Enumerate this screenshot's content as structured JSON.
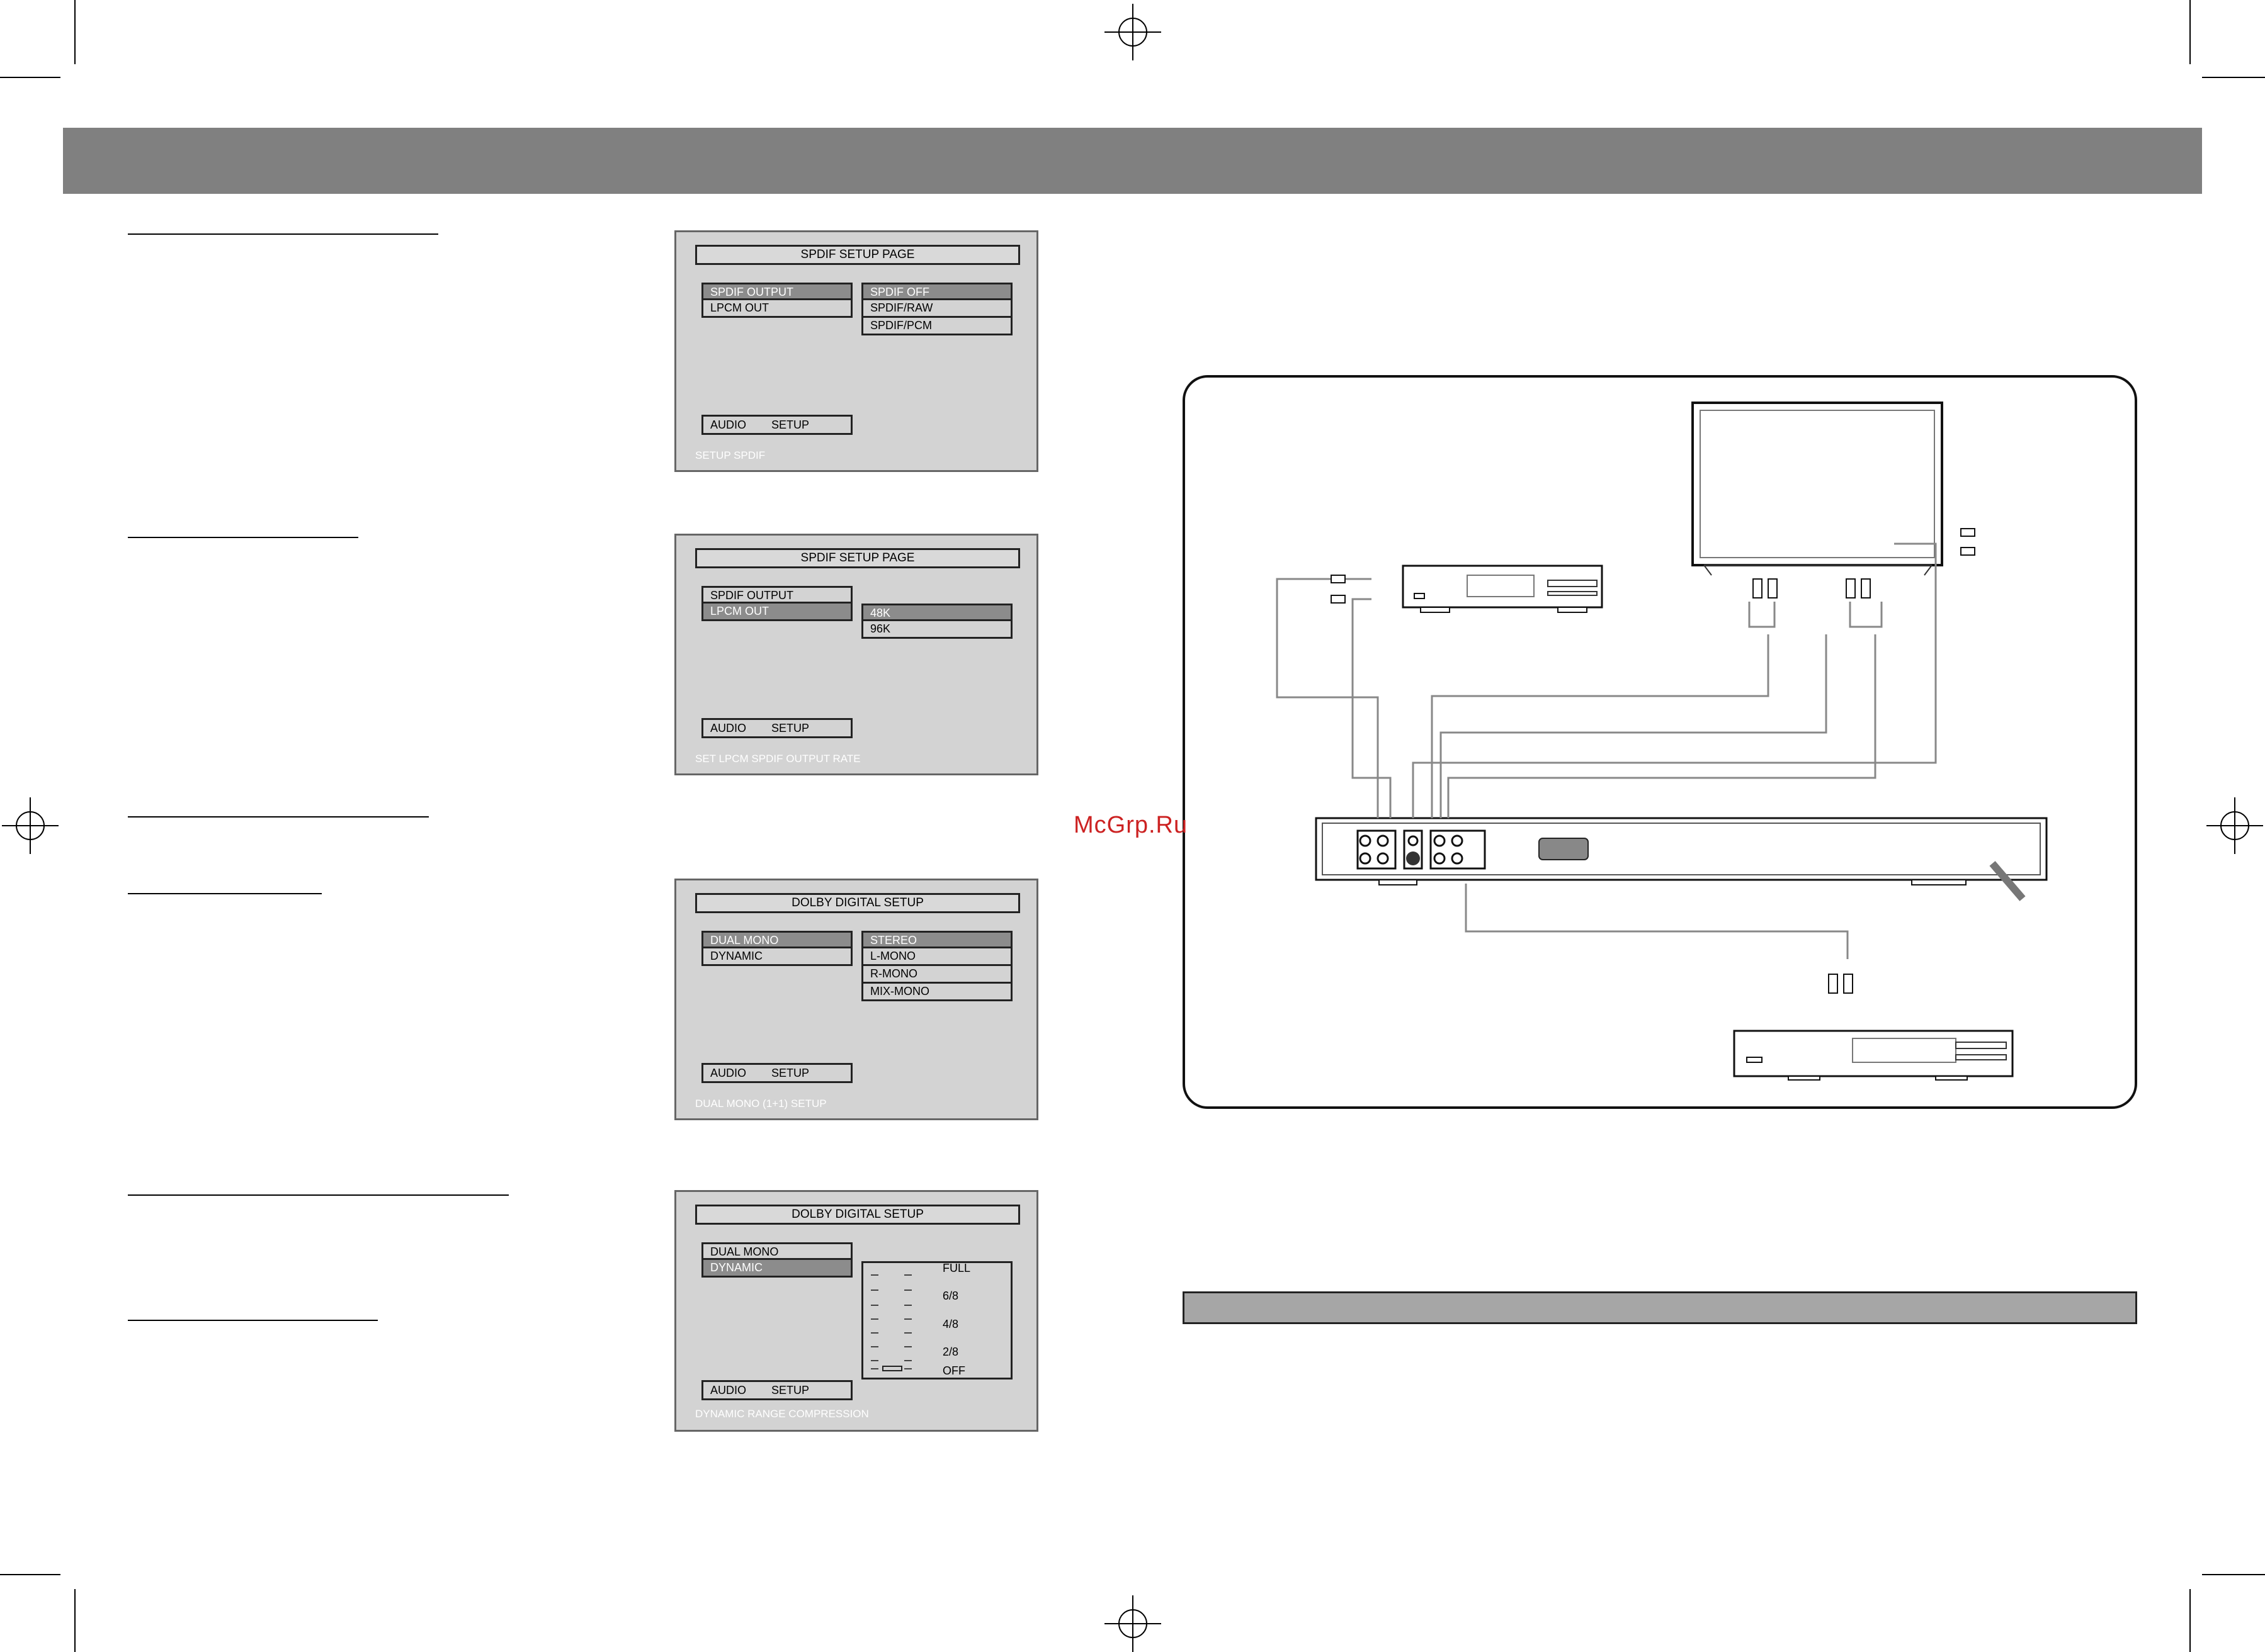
{
  "screens": [
    {
      "title": "SPDIF SETUP PAGE",
      "menu": [
        {
          "label": "SPDIF OUTPUT",
          "selected": true
        },
        {
          "label": "LPCM OUT",
          "selected": false
        }
      ],
      "options": [
        {
          "label": "SPDIF OFF",
          "selected": true
        },
        {
          "label": "SPDIF/RAW",
          "selected": false
        },
        {
          "label": "SPDIF/PCM",
          "selected": false
        }
      ],
      "footer": [
        "AUDIO",
        "SETUP"
      ],
      "hint": "SETUP SPDIF"
    },
    {
      "title": "SPDIF SETUP PAGE",
      "menu": [
        {
          "label": "SPDIF OUTPUT",
          "selected": false
        },
        {
          "label": "LPCM OUT",
          "selected": true
        }
      ],
      "options": [
        {
          "label": "48K",
          "selected": true
        },
        {
          "label": "96K",
          "selected": false
        }
      ],
      "footer": [
        "AUDIO",
        "SETUP"
      ],
      "hint": "SET LPCM SPDIF OUTPUT RATE"
    },
    {
      "title": "DOLBY DIGITAL SETUP",
      "menu": [
        {
          "label": "DUAL MONO",
          "selected": true
        },
        {
          "label": "DYNAMIC",
          "selected": false
        }
      ],
      "options": [
        {
          "label": "STEREO",
          "selected": true
        },
        {
          "label": "L-MONO",
          "selected": false
        },
        {
          "label": "R-MONO",
          "selected": false
        },
        {
          "label": "MIX-MONO",
          "selected": false
        }
      ],
      "footer": [
        "AUDIO",
        "SETUP"
      ],
      "hint": "DUAL MONO (1+1) SETUP"
    },
    {
      "title": "DOLBY DIGITAL SETUP",
      "menu": [
        {
          "label": "DUAL MONO",
          "selected": false
        },
        {
          "label": "DYNAMIC",
          "selected": true
        }
      ],
      "drc_levels": [
        "FULL",
        "6/8",
        "4/8",
        "2/8",
        "OFF"
      ],
      "drc_value": "OFF",
      "footer": [
        "AUDIO",
        "SETUP"
      ],
      "hint": "DYNAMIC RANGE COMPRESSION"
    }
  ],
  "watermark": "McGrp.Ru",
  "colors": {
    "header_band": "#808080",
    "osd_background": "#d3d3d3",
    "selected_item": "#8c8c8c",
    "bottom_band": "#a6a6a6",
    "watermark": "#cc2222"
  }
}
